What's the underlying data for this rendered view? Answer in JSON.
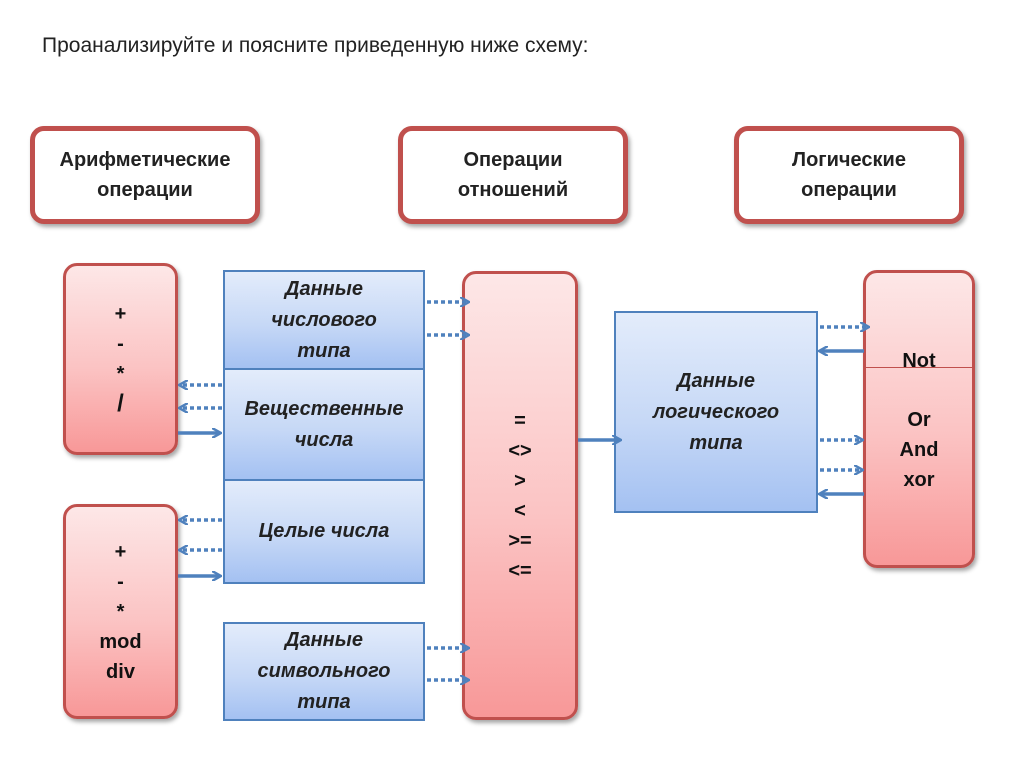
{
  "instruction": "Проанализируйте и поясните приведенную ниже схему:",
  "headers": {
    "arithmetic": "Арифметические\nоперации",
    "relations": "Операции\nотношений",
    "logical": "Логические\nоперации"
  },
  "arith_real_ops": [
    "+",
    "-",
    "*",
    "/"
  ],
  "arith_int_ops": [
    "+",
    "-",
    "*",
    "mod",
    "div"
  ],
  "types": {
    "numeric": "Данные\nчислового\nтипа",
    "real": "Вещественные\nчисла",
    "integer": "Целые числа",
    "char": "Данные\nсимвольного\nтипа",
    "logical": "Данные\nлогического\nтипа"
  },
  "relation_ops": [
    "=",
    "<>",
    ">",
    "<",
    ">=",
    "<="
  ],
  "logic_ops": {
    "unary": "Not",
    "binary": [
      "Or",
      "And",
      "xor"
    ]
  },
  "colors": {
    "red_border": "#c0504d",
    "blue_border": "#4f81bd",
    "arrow": "#4f81bd"
  }
}
